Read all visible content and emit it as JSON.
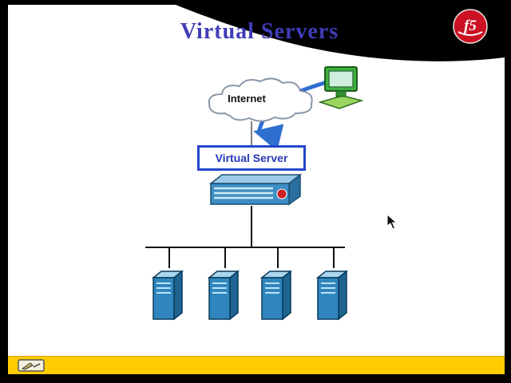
{
  "slide": {
    "title": "Virtual Servers",
    "title_color": "#3f3db8",
    "background_color": "#ffffff",
    "frame_color": "#000000",
    "footer_bar_color": "#ffcc00"
  },
  "logo": {
    "text": "f5",
    "background_color": "#cc1122",
    "text_color": "#ffffff"
  },
  "diagram": {
    "cloud_label": "Internet",
    "virtual_server_label": "Virtual Server",
    "server_count": 4,
    "arrow_color": "#2f6fd0",
    "virtual_server_border_color": "#2547cc",
    "appliance_color": "#3d8fc4",
    "server_color": "#2f86be",
    "client_pc_color": "#3fae3f",
    "icons": [
      "internet-cloud-icon",
      "client-computer-icon",
      "curved-arrow-icon",
      "bigip-appliance-icon",
      "server-tower-icon",
      "f5-logo",
      "annotation-tool-icon",
      "mouse-cursor"
    ]
  }
}
